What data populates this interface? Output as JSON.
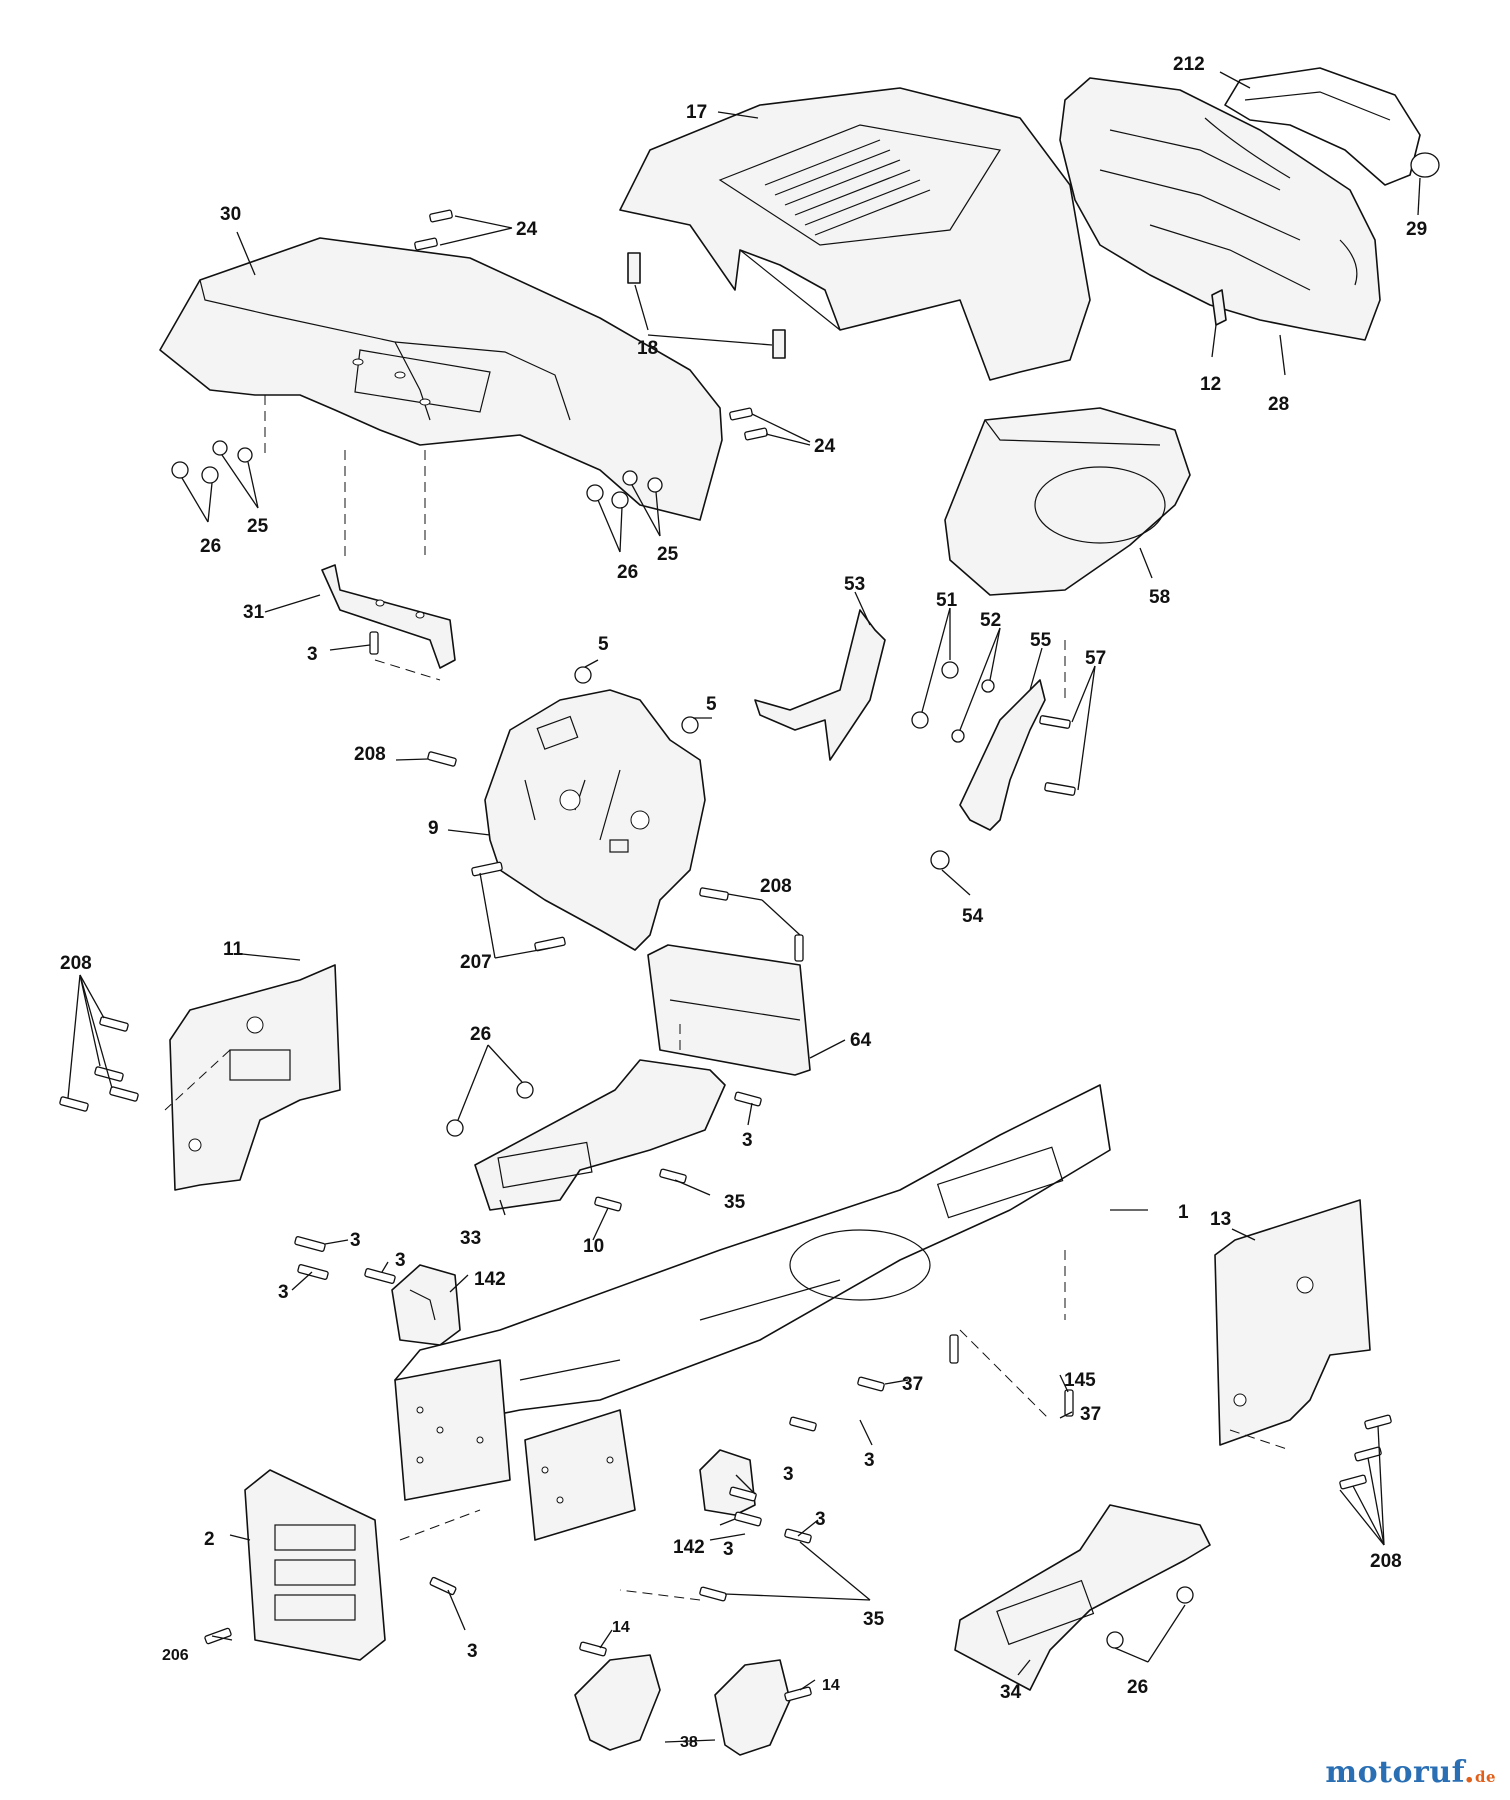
{
  "diagram": {
    "callouts": {
      "c17": "17",
      "c212": "212",
      "c30": "30",
      "c24a": "24",
      "c29": "29",
      "c18": "18",
      "c12": "12",
      "c28": "28",
      "c24b": "24",
      "c25a": "25",
      "c26a": "26",
      "c25b": "25",
      "c26b": "26",
      "c58": "58",
      "c53": "53",
      "c51": "51",
      "c52": "52",
      "c55": "55",
      "c57": "57",
      "c31": "31",
      "c3a": "3",
      "c5a": "5",
      "c5b": "5",
      "c208a": "208",
      "c9": "9",
      "c54": "54",
      "c208b": "208",
      "c207": "207",
      "c11": "11",
      "c208c": "208",
      "c64": "64",
      "c26c": "26",
      "c3b": "3",
      "c35a": "35",
      "c33": "33",
      "c10": "10",
      "c1": "1",
      "c13": "13",
      "c3c": "3",
      "c3d": "3",
      "c3e": "3",
      "c142a": "142",
      "c37a": "37",
      "c145": "145",
      "c37b": "37",
      "c3f": "3",
      "c3g": "3",
      "c2": "2",
      "c3h": "3",
      "c142b": "142",
      "c3i": "3",
      "c208d": "208",
      "c3j": "3",
      "c35b": "35",
      "c206": "206",
      "c14a": "14",
      "c14b": "14",
      "c34": "34",
      "c38": "38",
      "c26d": "26"
    }
  },
  "watermark": {
    "brand": "motoruf",
    "tld": "de"
  }
}
